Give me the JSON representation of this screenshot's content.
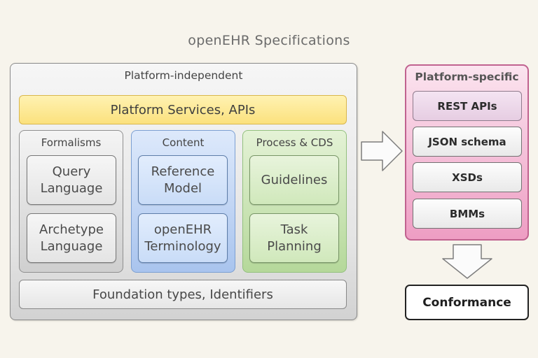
{
  "title": "openEHR Specifications",
  "platform_independent": {
    "label": "Platform-independent",
    "services": "Platform Services, APIs",
    "columns": [
      {
        "label": "Formalisms",
        "items": [
          "Query\nLanguage",
          "Archetype\nLanguage"
        ]
      },
      {
        "label": "Content",
        "items": [
          "Reference\nModel",
          "openEHR\nTerminology"
        ]
      },
      {
        "label": "Process & CDS",
        "items": [
          "Guidelines",
          "Task\nPlanning"
        ]
      }
    ],
    "foundation": "Foundation types, Identifiers"
  },
  "platform_specific": {
    "label": "Platform-specific",
    "items": [
      "REST APIs",
      "JSON schema",
      "XSDs",
      "BMMs"
    ]
  },
  "conformance": "Conformance",
  "colors": {
    "services_fill": "#fbe17d",
    "content_fill": "#a9c4ee",
    "process_fill": "#b5d89a",
    "platform_specific_fill": "#ee9dc3"
  },
  "icons": {
    "right_arrow": "arrow-right-icon",
    "down_arrow": "arrow-down-icon"
  }
}
